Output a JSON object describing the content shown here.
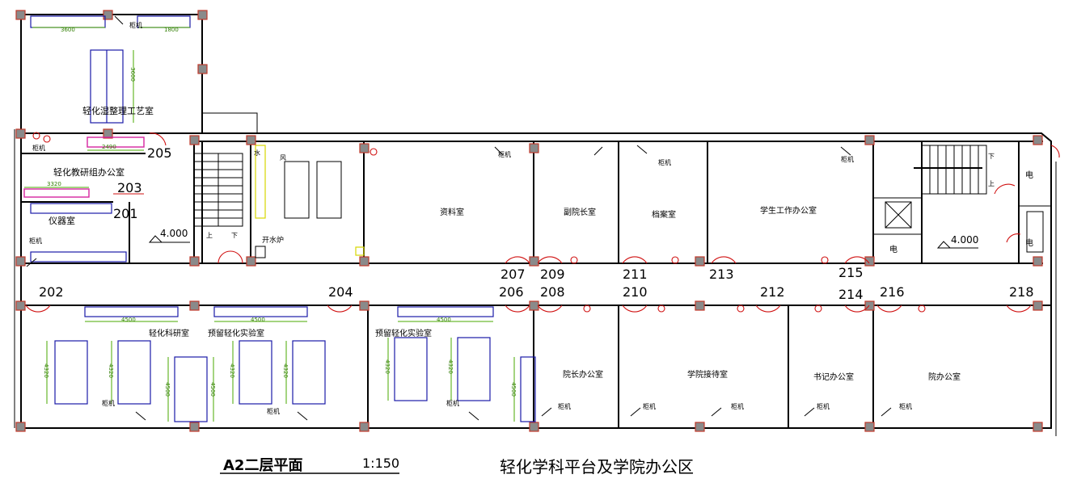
{
  "drawing": {
    "plan_title": "A2二层平面",
    "scale": "1:150",
    "subtitle": "轻化学科平台及学院办公区"
  },
  "rooms": [
    {
      "name": "轻化湿整理工艺室"
    },
    {
      "name": "轻化教研组办公室"
    },
    {
      "name": "仪器室"
    },
    {
      "name": "资料室"
    },
    {
      "name": "副院长室"
    },
    {
      "name": "档案室"
    },
    {
      "name": "学生工作办公室"
    },
    {
      "name": "轻化科研室"
    },
    {
      "name": "预留轻化实验室"
    },
    {
      "name": "预留轻化实验室"
    },
    {
      "name": "院长办公室"
    },
    {
      "name": "学院接待室"
    },
    {
      "name": "书记办公室"
    },
    {
      "name": "院办公室"
    },
    {
      "name": "开水炉"
    }
  ],
  "door_numbers": [
    "201",
    "202",
    "203",
    "204",
    "205",
    "206",
    "207",
    "208",
    "209",
    "210",
    "211",
    "212",
    "213",
    "214",
    "215",
    "216",
    "218"
  ],
  "elevations": [
    "4.000",
    "4.000"
  ],
  "labels": {
    "cabinet": "柜机",
    "stair_up": "上",
    "stair_down": "下",
    "electric": "电",
    "water": "水",
    "wind": "风"
  },
  "dimensions": [
    "3600",
    "1800",
    "3600",
    "2490",
    "3320",
    "4500",
    "4500",
    "4500",
    "4320",
    "4320",
    "4320",
    "4320",
    "4320",
    "4320",
    "4500",
    "4500",
    "4500"
  ]
}
